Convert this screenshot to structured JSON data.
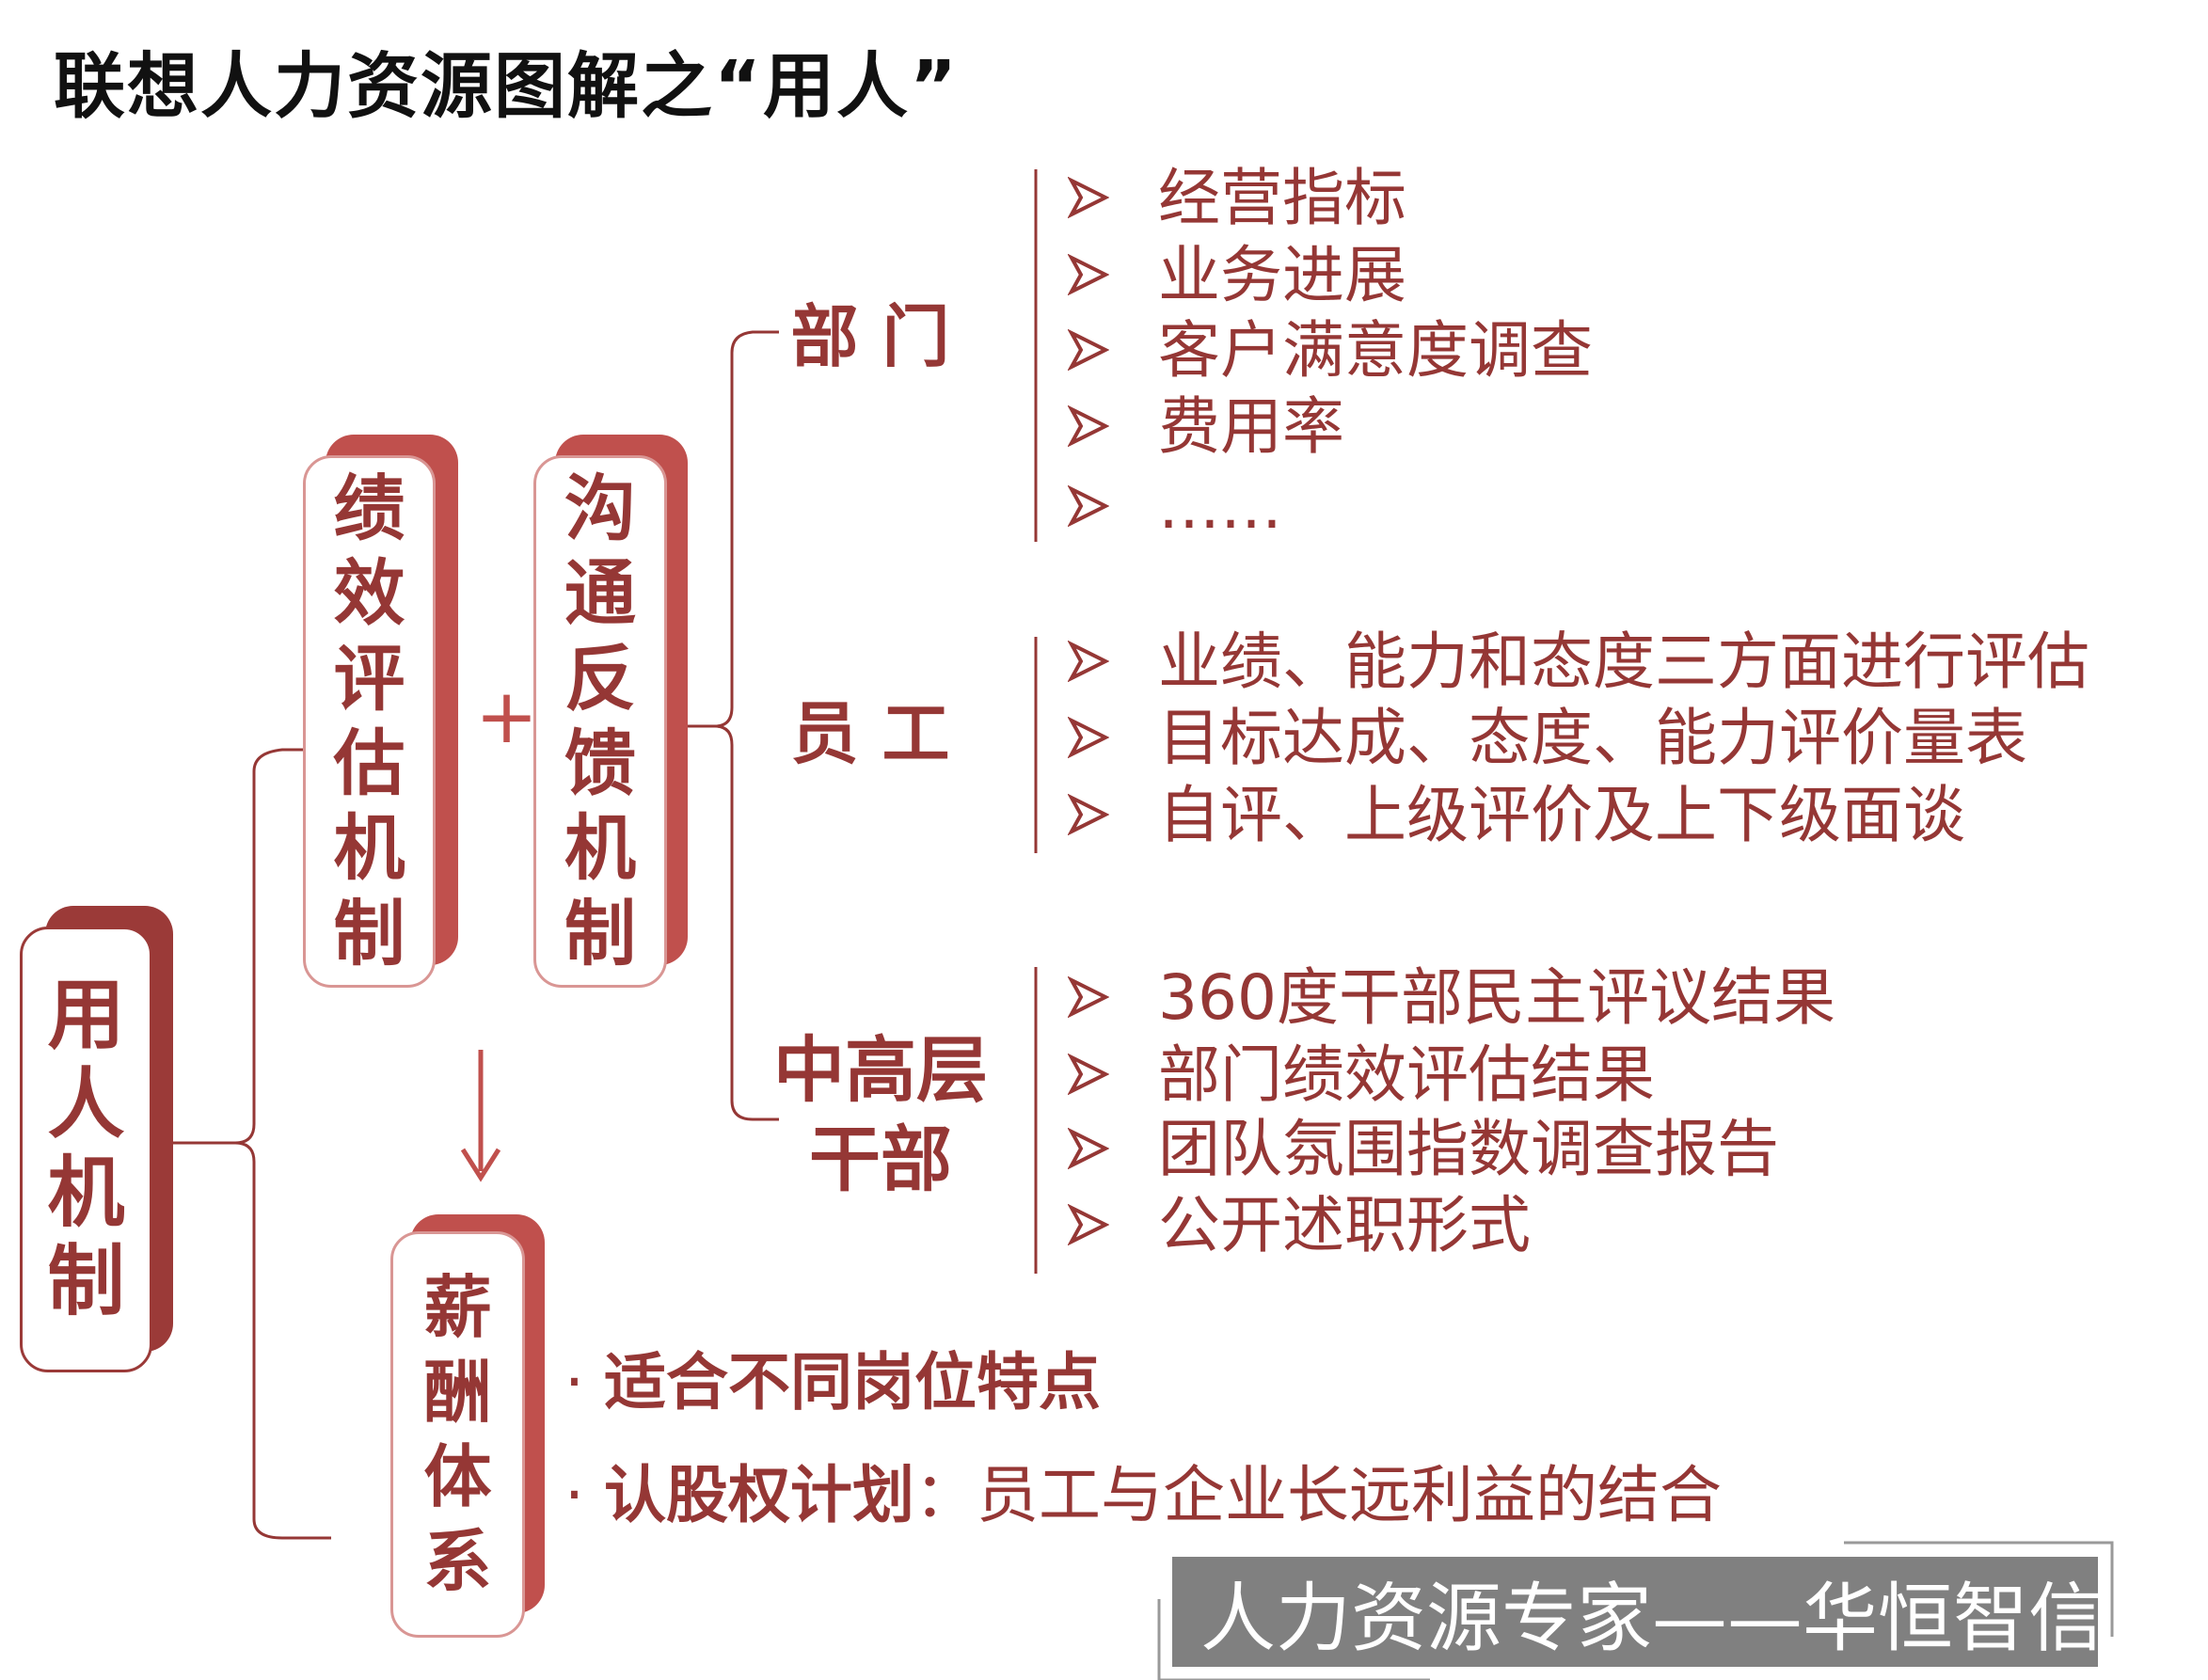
{
  "title": "联想人力资源图解之“用人”",
  "root": "用人机制",
  "performance": "绩效评估机制",
  "plus": "+",
  "feedback": "沟通反馈机制",
  "compensation": "薪酬体系",
  "groups": [
    {
      "label": "部 门",
      "items": [
        "经营指标",
        "业务进展",
        "客户满意度调查",
        "费用率",
        "……"
      ]
    },
    {
      "label": "员 工",
      "items": [
        "业绩、能力和态度三方面进行评估",
        "目标达成、态度、能力评价量表",
        "自评、上级评价及上下级面谈"
      ]
    },
    {
      "label": "中高层干部",
      "items": [
        "360度干部民主评议结果",
        "部门绩效评估结果",
        "团队氛围指数调查报告",
        "公开述职形式"
      ]
    }
  ],
  "comp_points": [
    {
      "bullet": "·",
      "bold": "适合不同岗位特点",
      "rest": ""
    },
    {
      "bullet": "·",
      "bold": "认股权计划",
      "rest": "：员工与企业长远利益的结合"
    }
  ],
  "footer": "人力资源专家——华恒智信",
  "colors": {
    "dark_red": "#953735",
    "red": "#c0504d",
    "deep": "#9b3a38",
    "gray": "#808080"
  }
}
